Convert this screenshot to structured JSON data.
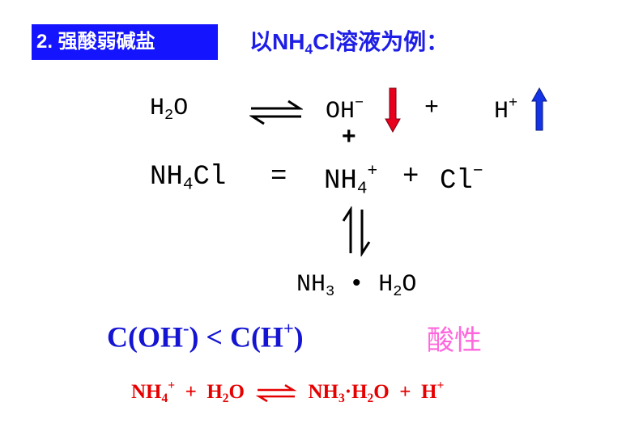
{
  "header": {
    "badge": "2. 强酸弱碱盐",
    "example_title_prefix": "以NH",
    "example_title_sub": "4",
    "example_title_suffix": "Cl溶液为例："
  },
  "water_equilibrium": {
    "h": "H",
    "h_sub": "2",
    "o": "O",
    "oh": "OH",
    "oh_sup": "−",
    "plus": "+",
    "hplus": "H",
    "hplus_sup": "+",
    "oh_trend": "down-arrow",
    "h_trend": "up-arrow",
    "oh_arrow_color": "#e8001c",
    "h_arrow_color": "#1433e6"
  },
  "combine_sign": "+",
  "salt_dissociation": {
    "nh": "NH",
    "nh_sub": "4",
    "cl": "Cl",
    "equals": "=",
    "nh4": "NH",
    "nh4_sub": "4",
    "nh4_sup": "+",
    "plus": "+",
    "cl_ion": "Cl",
    "cl_sup": "−"
  },
  "product": {
    "nh": "NH",
    "nh_sub": "3",
    "dot": "•",
    "h": "H",
    "h_sub": "2",
    "o": "O"
  },
  "comparison": {
    "c_open": "C(OH",
    "oh_sup": "-",
    "mid": ") < C(H",
    "h_sup": "+",
    "close": ")"
  },
  "nature": "酸性",
  "ionic_equation": {
    "nh": "NH",
    "nh_sub": "4",
    "nh_sup": "+",
    "plus1": "+",
    "h": "H",
    "h_sub": "2",
    "o": "O",
    "prod_nh": "NH",
    "prod_nh_sub": "3",
    "dot": "·",
    "prod_h": "H",
    "prod_h_sub": "2",
    "prod_o": "O",
    "plus2": "+",
    "hplus": "H",
    "hplus_sup": "+"
  }
}
